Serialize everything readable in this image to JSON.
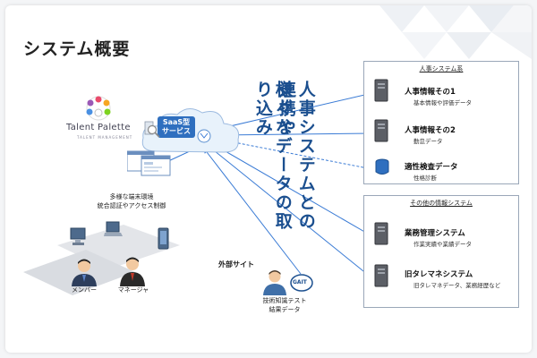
{
  "title": "システム概要",
  "headline_lines": [
    "人事システムとの連携や",
    "様々なデータの取り込み"
  ],
  "logo": {
    "name": "Talent Palette",
    "tagline": "TALENT MANAGEMENT"
  },
  "saas": {
    "label_line1": "SaaS型",
    "label_line2": "サービス"
  },
  "access_caption": [
    "多様な端末環境",
    "統合認証やアクセス制御"
  ],
  "users": {
    "member": "メンバー",
    "manager": "マネージャ"
  },
  "external": {
    "site_label": "外部サイト",
    "gait_label": "GAIT",
    "caption": [
      "技術知識テスト",
      "結果データ"
    ]
  },
  "hr_box": {
    "title": "人事システム系",
    "items": [
      {
        "title": "人事情報その1",
        "sub": "基本情報や評価データ"
      },
      {
        "title": "人事情報その2",
        "sub": "勤怠データ"
      },
      {
        "title": "適性検査データ",
        "sub": "性格診断"
      }
    ]
  },
  "other_box": {
    "title": "その他の情報システム",
    "items": [
      {
        "title": "業務管理システム",
        "sub": "作業実績や業績データ"
      },
      {
        "title": "旧タレマネシステム",
        "sub": "旧タレマネデータ、業務経歴など"
      }
    ]
  },
  "colors": {
    "accent": "#1b4f8f",
    "arrow": "#3a7bd5",
    "cloud": "#e8f2fb"
  }
}
